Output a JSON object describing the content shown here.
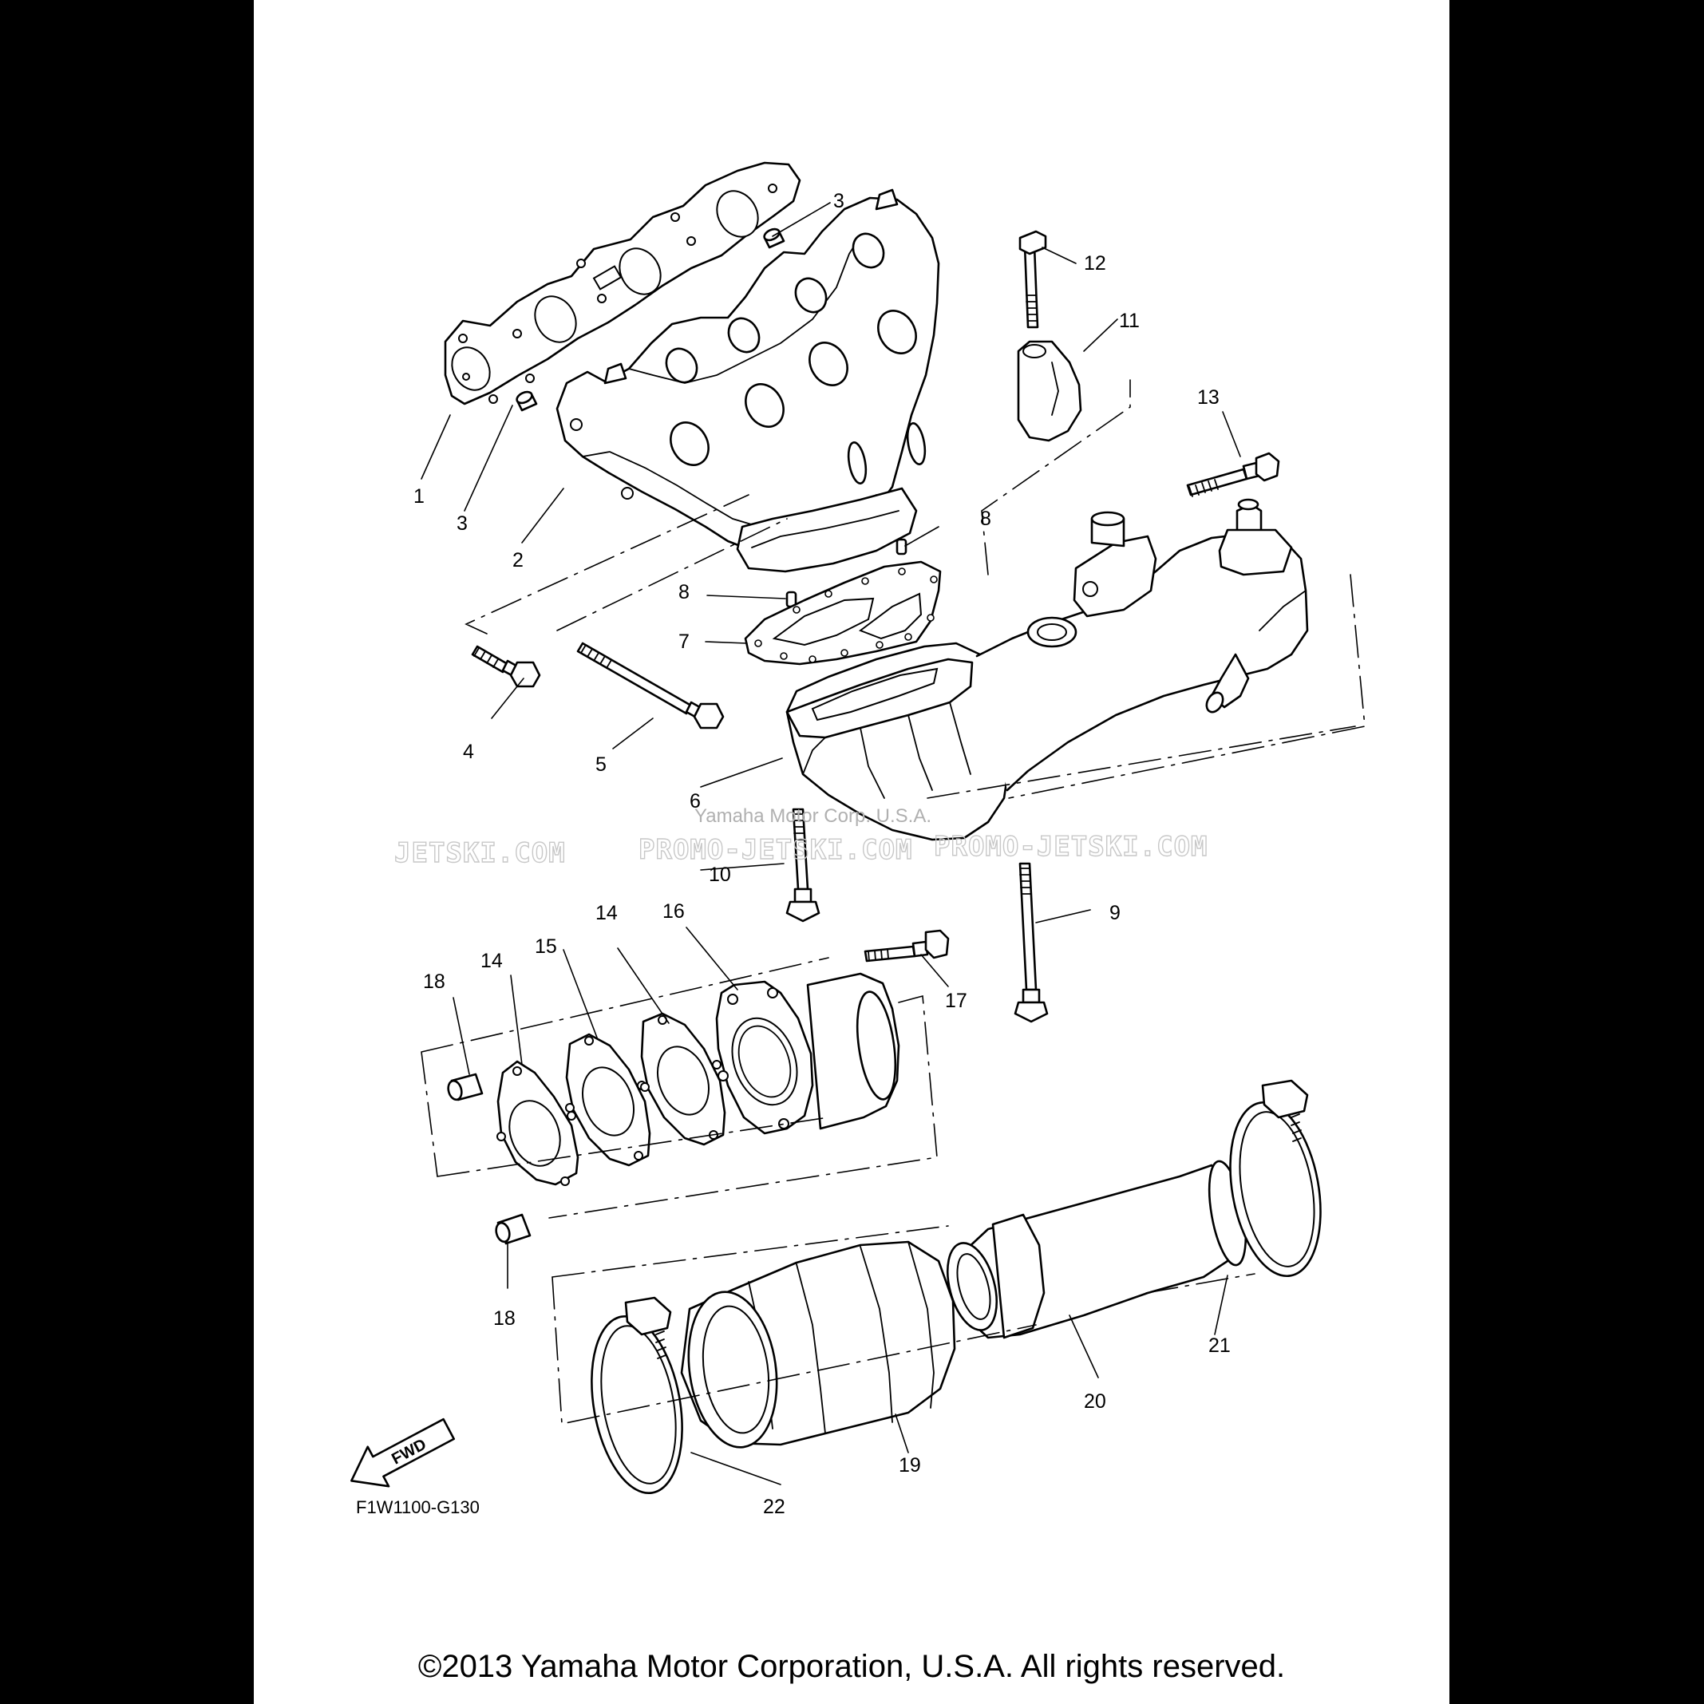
{
  "diagram": {
    "figure_code": "F1W1100-G130",
    "direction_label": "FWD",
    "callouts": [
      "1",
      "2",
      "3",
      "3",
      "4",
      "5",
      "6",
      "7",
      "8",
      "8",
      "9",
      "10",
      "11",
      "12",
      "13",
      "14",
      "14",
      "15",
      "16",
      "17",
      "18",
      "18",
      "19",
      "20",
      "21",
      "22"
    ],
    "watermark": {
      "left": "JETSKI.COM",
      "center": "PROMO-JETSKI.COM",
      "right": "PROMO-JETSKI.COM",
      "faint": "Yamaha Motor Corp. U.S.A."
    }
  },
  "footer": {
    "copyright": "©2013 Yamaha Motor Corporation, U.S.A. All rights reserved."
  }
}
